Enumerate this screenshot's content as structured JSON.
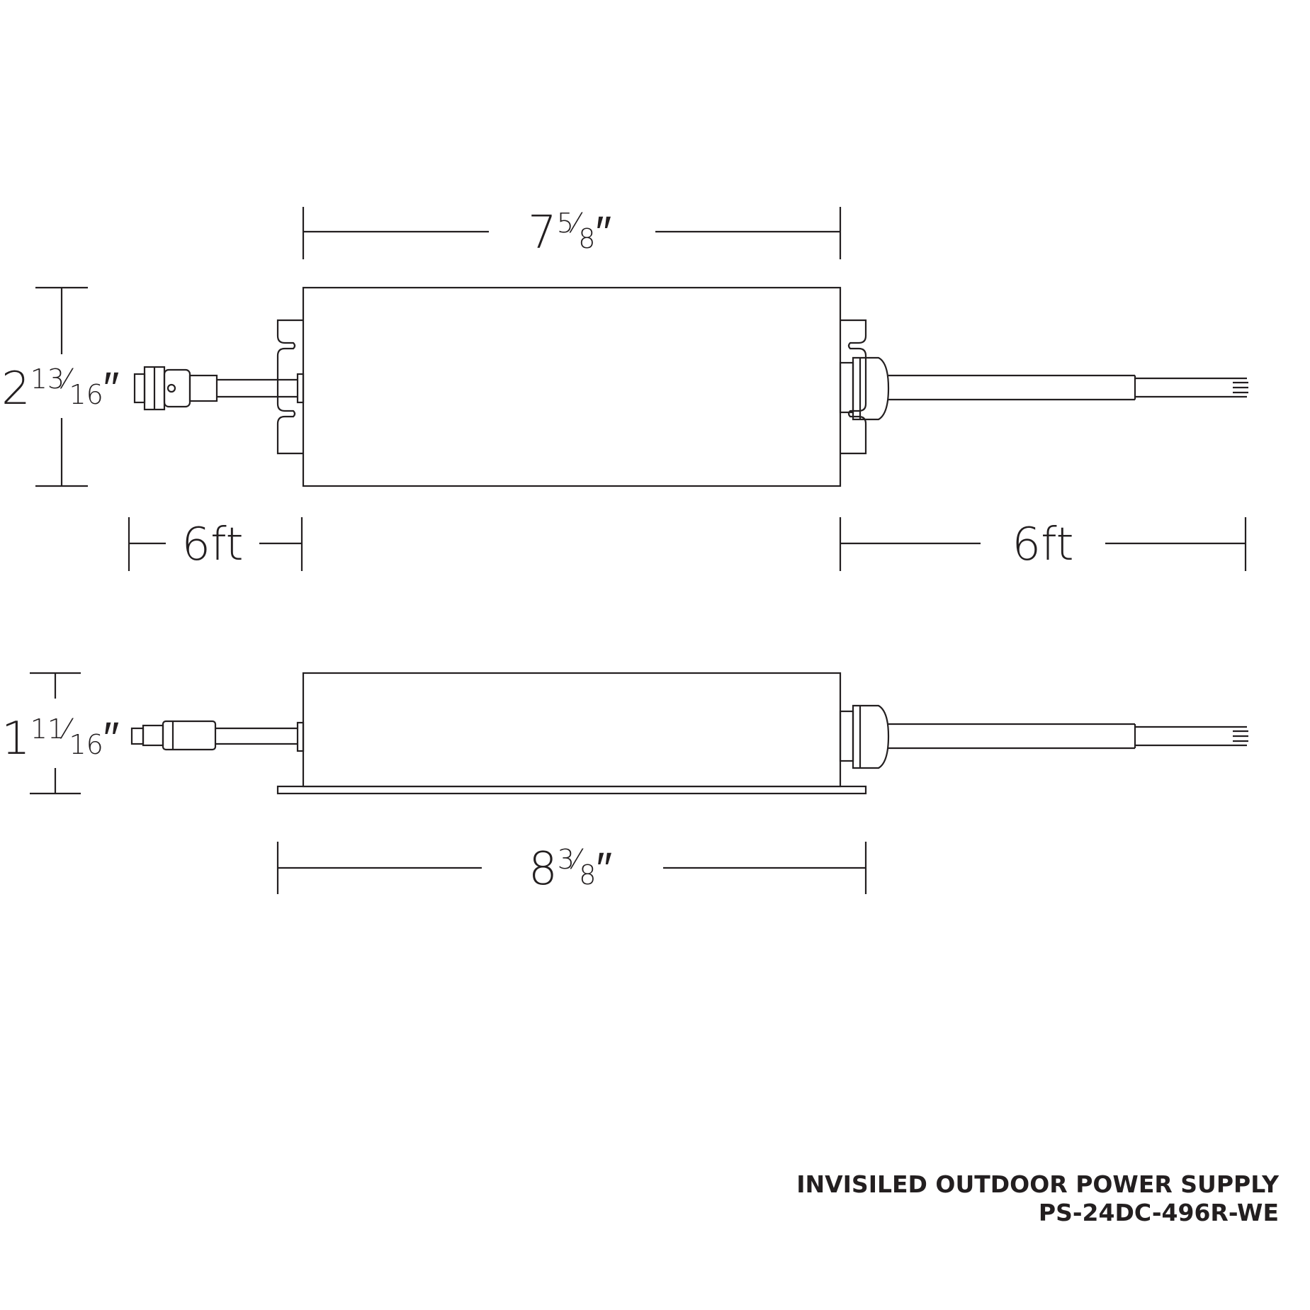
{
  "dimensions": {
    "top_width": {
      "whole": "7",
      "num": "5",
      "den": "8",
      "mark": "″"
    },
    "top_height": {
      "whole": "2",
      "num": "13",
      "den": "16",
      "mark": "″"
    },
    "left_cable": "6ft",
    "right_cable": "6ft",
    "side_height": {
      "whole": "1",
      "num": "11",
      "den": "16",
      "mark": "″"
    },
    "side_width": {
      "whole": "8",
      "num": "3",
      "den": "8",
      "mark": "″"
    }
  },
  "caption": {
    "title": "INVISILED OUTDOOR POWER SUPPLY",
    "model": "PS-24DC-496R-WE"
  },
  "colors": {
    "line": "#231f20",
    "background": "#ffffff"
  }
}
